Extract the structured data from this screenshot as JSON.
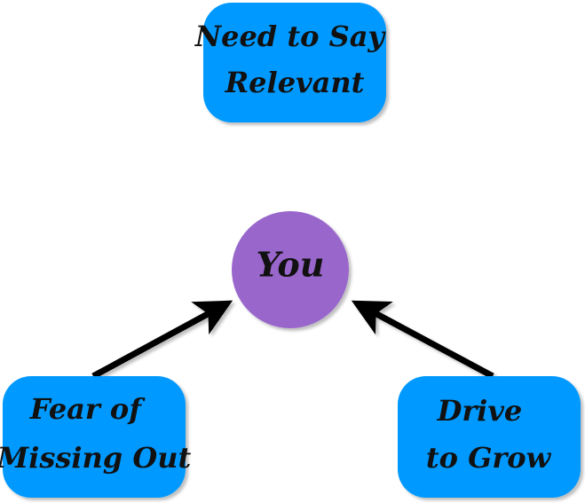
{
  "diagram": {
    "center": {
      "label": "You",
      "color": "#9966cc"
    },
    "nodes": [
      {
        "id": "top",
        "lines": [
          "Need to Say",
          "Relevant"
        ],
        "color": "#0099ff"
      },
      {
        "id": "left",
        "lines": [
          "Fear of",
          "Missing Out"
        ],
        "color": "#0099ff"
      },
      {
        "id": "right",
        "lines": [
          "Drive",
          "to Grow"
        ],
        "color": "#0099ff"
      }
    ],
    "edge_color": "#000000"
  }
}
